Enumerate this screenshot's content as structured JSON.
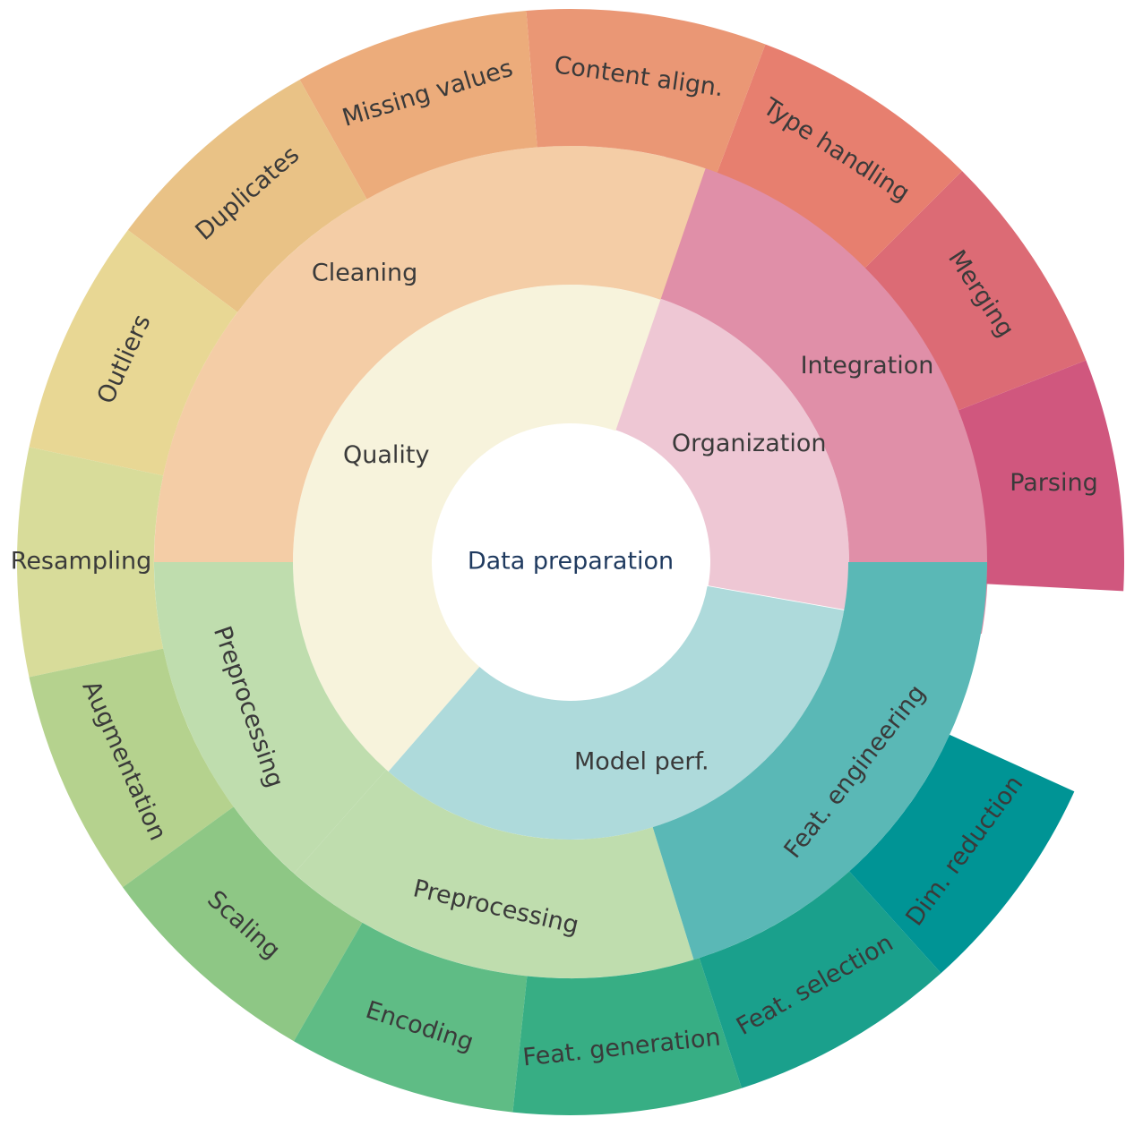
{
  "center": {
    "label": "Data preparation"
  },
  "inner": [
    {
      "label": "Organization",
      "start": 350.0,
      "end": 436.9,
      "color": "#EEC7D4"
    },
    {
      "label": "Quality",
      "start": 71.1,
      "end": 229.0,
      "color": "#F7F3DC"
    },
    {
      "label": "Model perf.",
      "start": 229.0,
      "end": 350.0,
      "color": "#AEDADB"
    }
  ],
  "middle": [
    {
      "label": "Integration",
      "start": 350.0,
      "end": 436.9,
      "color": "#E08FA8"
    },
    {
      "label": "Cleaning",
      "start": 71.1,
      "end": 180.0,
      "color": "#F4CDA6"
    },
    {
      "label": "Preprocessing",
      "start": 180.0,
      "end": 228.4,
      "color": "#BFDDAE"
    },
    {
      "label": "Preprocessing",
      "start": 228.4,
      "end": 287.2,
      "color": "#BFDDAE"
    },
    {
      "label": "Feat. engineering",
      "start": 287.2,
      "end": 360.0,
      "color": "#5AB8B6"
    }
  ],
  "outer": [
    {
      "label": "Parsing",
      "start": 357.0,
      "end": 381.4,
      "color": "#D0577E"
    },
    {
      "label": "Merging",
      "start": 381.4,
      "end": 405.0,
      "color": "#DC6B75"
    },
    {
      "label": "Type handling",
      "start": 405.0,
      "end": 429.4,
      "color": "#E77F6F"
    },
    {
      "label": "Content align.",
      "start": 429.4,
      "end": 454.6,
      "color": "#EA9775"
    },
    {
      "label": "Missing values",
      "start": 454.6,
      "end": 479.3,
      "color": "#ECAC7B"
    },
    {
      "label": "Duplicates",
      "start": 479.3,
      "end": 503.1,
      "color": "#E9C286"
    },
    {
      "label": "Outliers",
      "start": 503.1,
      "end": 528.0,
      "color": "#E8D794"
    },
    {
      "label": "Resampling",
      "start": 528.0,
      "end": 552.0,
      "color": "#D8DC9A"
    },
    {
      "label": "Augmentation",
      "start": 552.0,
      "end": 576.0,
      "color": "#B5D28E"
    },
    {
      "label": "Scaling",
      "start": 576.0,
      "end": 600.0,
      "color": "#8EC785"
    },
    {
      "label": "Encoding",
      "start": 600.0,
      "end": 624.0,
      "color": "#5FBC85"
    },
    {
      "label": "Feat. generation",
      "start": 624.0,
      "end": 648.0,
      "color": "#37AE84"
    },
    {
      "label": "Feat. selection",
      "start": 648.0,
      "end": 672.0,
      "color": "#1AA08C"
    },
    {
      "label": "Dim. reduction",
      "start": 672.0,
      "end": 695.5,
      "color": "#009495"
    }
  ]
}
